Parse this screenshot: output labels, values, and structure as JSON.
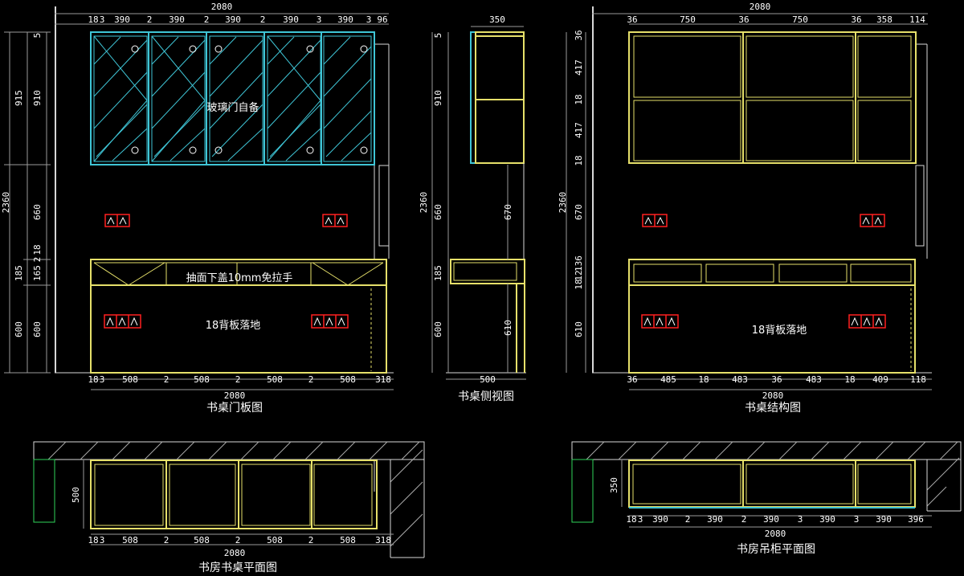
{
  "views": {
    "door_panel": {
      "title": "书桌门板图",
      "top_total": "2080",
      "top_dims": [
        "18",
        "3",
        "390",
        "2",
        "390",
        "2",
        "390",
        "2",
        "390",
        "3",
        "390",
        "3",
        "96"
      ],
      "bottom_total": "2080",
      "bottom_dims": [
        "18",
        "3",
        "508",
        "2",
        "508",
        "2",
        "508",
        "2",
        "508",
        "318"
      ],
      "left_outer": [
        "2360",
        "915"
      ],
      "left_inner": [
        "5",
        "910",
        "660",
        "2",
        "18",
        "165",
        "185",
        "600",
        "600"
      ],
      "glass_note": "玻璃门自备",
      "drawer_note": "抽面下盖10mm免拉手",
      "back_note": "18背板落地"
    },
    "side_view": {
      "title": "书桌侧视图",
      "top_dim": "350",
      "bottom_dim": "500",
      "left_dims": [
        "2360",
        "5",
        "910",
        "660",
        "185",
        "600"
      ],
      "right_dims": [
        "670",
        "610"
      ]
    },
    "structure": {
      "title": "书桌结构图",
      "top_total": "2080",
      "top_dims": [
        "36",
        "750",
        "36",
        "750",
        "36",
        "358",
        "114"
      ],
      "bottom_total": "2080",
      "bottom_dims": [
        "36",
        "485",
        "18",
        "483",
        "36",
        "483",
        "18",
        "409",
        "118"
      ],
      "left_dims": [
        "2360",
        "36",
        "417",
        "18",
        "417",
        "18",
        "670",
        "136",
        "12",
        "18",
        "610"
      ],
      "back_note": "18背板落地"
    },
    "desk_plan": {
      "title": "书房书桌平面图",
      "left_dim": "500",
      "bottom_total": "2080",
      "bottom_dims": [
        "18",
        "3",
        "508",
        "2",
        "508",
        "2",
        "508",
        "2",
        "508",
        "318"
      ]
    },
    "cabinet_plan": {
      "title": "书房吊柜平面图",
      "left_dim": "350",
      "bottom_total": "2080",
      "bottom_dims": [
        "18",
        "3",
        "390",
        "2",
        "390",
        "2",
        "390",
        "3",
        "390",
        "3",
        "390",
        "396"
      ]
    }
  },
  "colors": {
    "background": "#000000",
    "cabinet_line": "#e6e06a",
    "glass_line": "#3fc5d6",
    "dimension_text": "#ffffff",
    "dimension_line": "#9a9a9a",
    "socket_outline": "#ff2020",
    "wall_green": "#2fd35a"
  }
}
